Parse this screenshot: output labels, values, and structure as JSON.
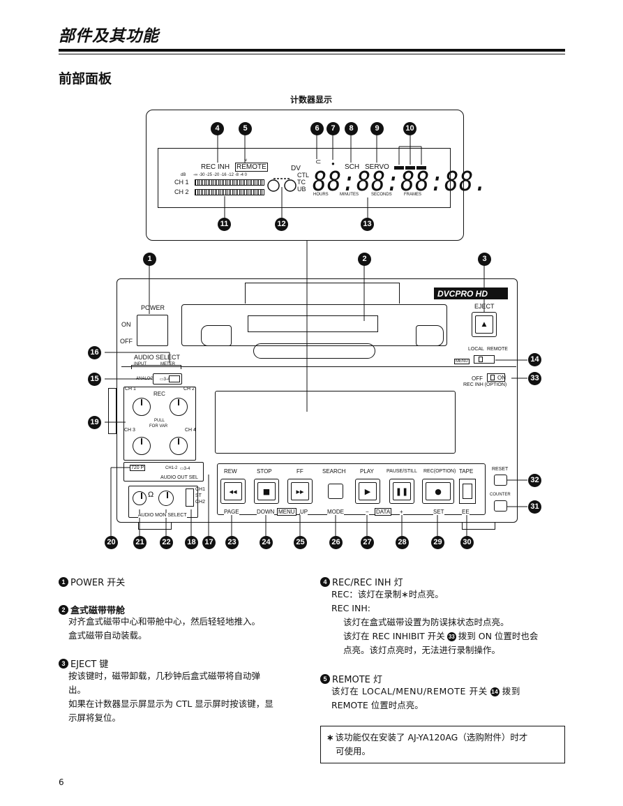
{
  "header": {
    "title": "部件及其功能",
    "subtitle": "前部面板"
  },
  "diagram": {
    "counter_display_label": "计数器显示",
    "display": {
      "rec_inh": "REC INH",
      "remote": "REMOTE",
      "sch": "SCH",
      "servo": "SERVO",
      "dv": "DV",
      "ctl": "CTL",
      "tc": "TC",
      "ub": "UB",
      "db": "dB",
      "scale": "-∞ -30 -25 -20 -16 -12 -8 -4 0",
      "ch1": "CH 1",
      "ch2": "CH 2",
      "hours": "HOURS",
      "minutes": "MINUTES",
      "seconds": "SECONDS",
      "frames": "FRAMES",
      "digits": "88:88:88:88."
    },
    "panel": {
      "logo": "DVCPRO HD",
      "power": "POWER",
      "on": "ON",
      "off": "OFF",
      "eject": "EJECT",
      "local": "LOCAL",
      "remote_sw": "REMOTE",
      "menu": "MENU",
      "audio_select": "AUDIO SELECT",
      "input": "INPUT",
      "meter": "METER",
      "analog": "ANALOG",
      "ch34": "▭3-4",
      "off_label": "OFF",
      "on_label": "ON",
      "rec_inh_option": "REC INH (OPTION)",
      "ch1": "CH 1",
      "rec": "REC",
      "ch2": "CH 2",
      "pull": "PULL",
      "for_var": "FOR VAR",
      "ch3": "CH 3",
      "ch4": "CH 4",
      "p720": "720 P",
      "ch12": "CH1-2",
      "ch34b": "▭3-4",
      "audio_out_sel": "AUDIO OUT SEL",
      "audio_mon_select": "AUDIO MON SELECT",
      "sw_ch1": "CH1",
      "sw_st": "ST",
      "sw_ch2": "CH2",
      "reset": "RESET",
      "counter": "COUNTER",
      "top_labels": [
        "REW",
        "STOP",
        "FF",
        "SEARCH",
        "PLAY",
        "PAUSE/STILL",
        "REC(OPTION)",
        "TAPE"
      ],
      "bottom_labels": {
        "page": "PAGE",
        "down": "DOWN",
        "menu": "MENU",
        "up": "UP",
        "mode": "MODE",
        "minus": "−",
        "data": "DATA",
        "plus": "+",
        "set": "SET",
        "ee": "EE"
      }
    },
    "callouts": [
      "1",
      "2",
      "3",
      "4",
      "5",
      "6",
      "7",
      "8",
      "9",
      "10",
      "11",
      "12",
      "13",
      "14",
      "15",
      "16",
      "17",
      "18",
      "19",
      "20",
      "21",
      "22",
      "23",
      "24",
      "25",
      "26",
      "27",
      "28",
      "29",
      "30",
      "31",
      "32",
      "33"
    ]
  },
  "items": {
    "i1": {
      "num": "1",
      "title": "POWER 开关"
    },
    "i2": {
      "num": "2",
      "title": "盒式磁带带舱",
      "lines": [
        "对齐盒式磁带中心和带舱中心，然后轻轻地推入。",
        "盒式磁带自动装载。"
      ]
    },
    "i3": {
      "num": "3",
      "title": "EJECT 键",
      "lines": [
        "按该键时，磁带卸载，几秒钟后盒式磁带将自动弹",
        "出。",
        "如果在计数器显示屏显示为 CTL 显示屏时按该键，显",
        "示屏将复位。"
      ]
    },
    "i4": {
      "num": "4",
      "title": "REC/REC INH 灯",
      "rec": "REC：该灯在录制∗时点亮。",
      "rec_inh": "REC INH:",
      "lines": [
        "该灯在盒式磁带设置为防误抹状态时点亮。",
        "该灯在 REC INHIBIT 开关",
        "拨到 ON 位置时也会",
        "点亮。该灯点亮时，无法进行录制操作。"
      ],
      "ref": "33"
    },
    "i5": {
      "num": "5",
      "title": "REMOTE 灯",
      "line1a": "该灯在 LOCAL/MENU/REMOTE 开关",
      "line1b": "拨到",
      "line2": "REMOTE 位置时点亮。",
      "ref": "14"
    }
  },
  "note": {
    "star": "∗",
    "line1": "该功能仅在安装了 AJ-YA120AG（选购附件）时才",
    "line2": "可使用。"
  },
  "page_number": "6"
}
